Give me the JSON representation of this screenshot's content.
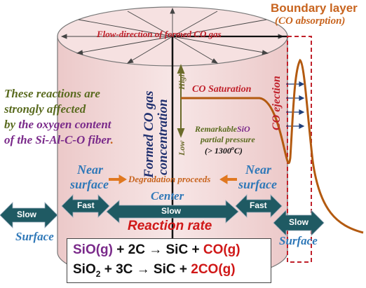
{
  "colors": {
    "cylinder_fill": "#f3dcdc",
    "cylinder_edge": "#777777",
    "dark_red": "#c0202a",
    "navy": "#1f2f6e",
    "green_text": "#5a6b1f",
    "purple_text": "#7a2a8a",
    "orange": "#c8641e",
    "curve_brown": "#b35a10",
    "teal_arrow": "#1f5a63",
    "blue_text": "#2f78b8",
    "red_eq": "#d01818"
  },
  "labels": {
    "flow_direction": "Flow-direction of formed CO gas",
    "boundary_title": "Boundary layer",
    "boundary_sub": "(CO absorption)",
    "co_saturation": "CO Saturation",
    "co_ejection": "CO ejection",
    "high": "High",
    "low": "Low",
    "concentration_1": "Formed CO gas",
    "concentration_2": "concentration",
    "remarkable_1": "Remarkable",
    "remarkable_sio": "SiO",
    "remarkable_2": "partial pressure",
    "remarkable_3": "(> 1300",
    "remarkable_deg": "o",
    "remarkable_4": "C)",
    "note_1": "These reactions are",
    "note_2": "strongly affected",
    "note_3a": "by ",
    "note_3b": "the oxygen content",
    "note_4": "of the Si-Al-C-O fiber",
    "note_dot": ".",
    "near_surface_left_1": "Near",
    "near_surface_left_2": "surface",
    "near_surface_right_1": "Near",
    "near_surface_right_2": "surface",
    "degradation": "Degradation proceeds",
    "center": "Center",
    "surface_left": "Surface",
    "surface_right": "Surface",
    "reaction_rate": "Reaction rate",
    "arrow_slow_left": "Slow",
    "arrow_fast_left": "Fast",
    "arrow_slow_center": "Slow",
    "arrow_fast_right": "Fast",
    "arrow_slow_right": "Slow"
  },
  "equations": {
    "eq1_part1": "SiO(g)",
    "eq1_part2": " + 2C ",
    "eq1_arrow": "→",
    "eq1_part3": " SiC + ",
    "eq1_part4": "CO(g)",
    "eq2_part1": "SiO",
    "eq2_sub": "2",
    "eq2_part2": " + 3C ",
    "eq2_arrow": "→",
    "eq2_part3": " SiC + ",
    "eq2_part4": "2CO(g)"
  }
}
